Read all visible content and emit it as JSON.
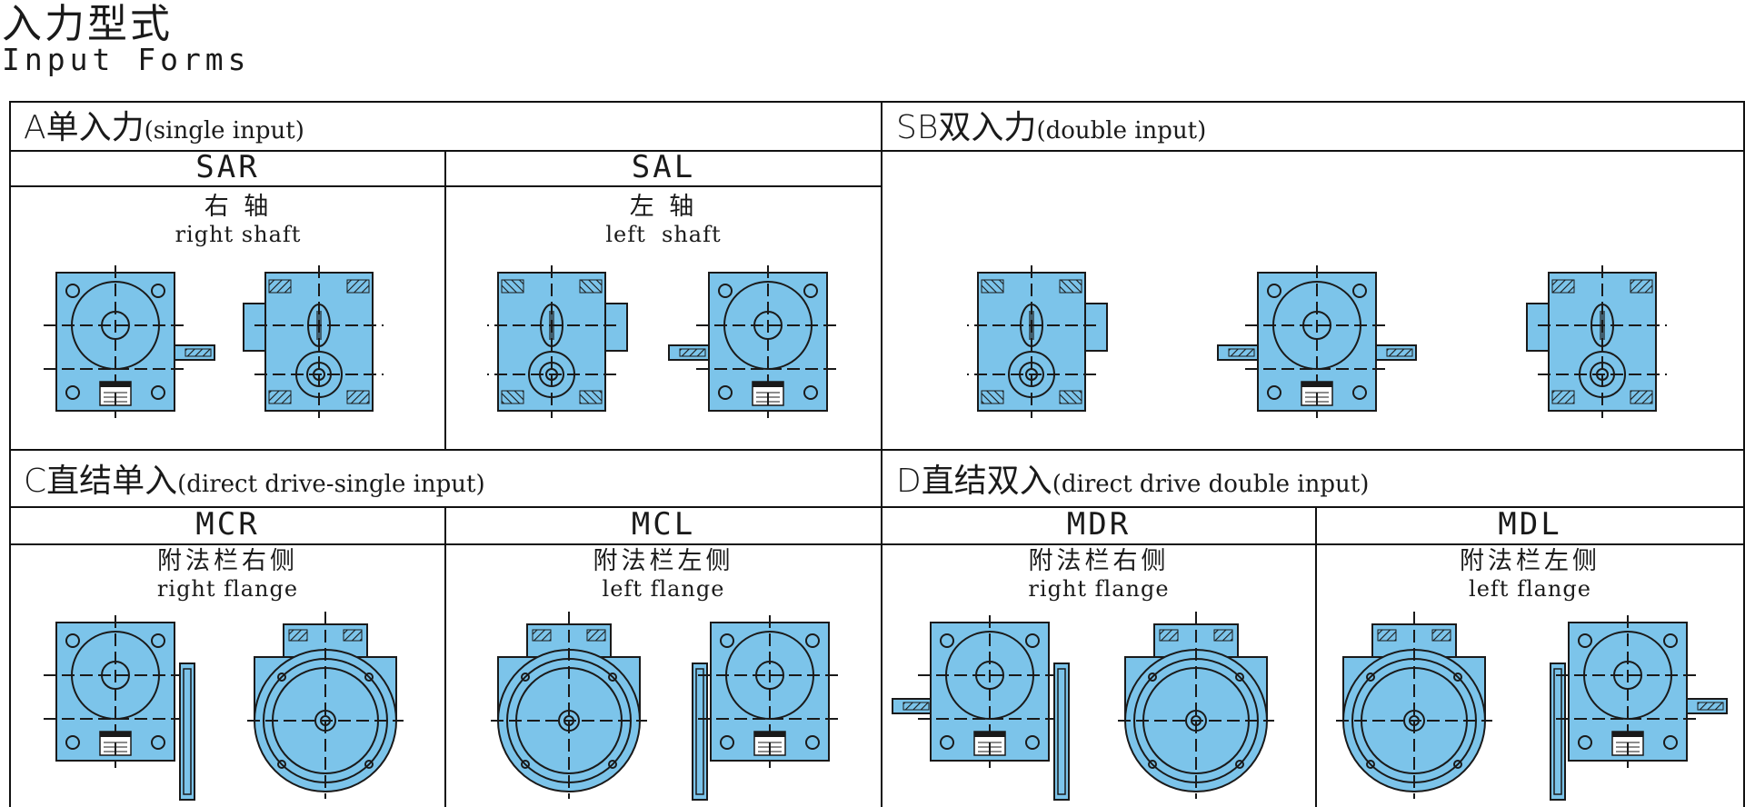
{
  "page": {
    "title_cn": "入力型式",
    "title_en": "Input Forms"
  },
  "colors": {
    "fill": "#7cc4ea",
    "stroke": "#1a1a1a",
    "border": "#111111"
  },
  "sections": {
    "a": {
      "prefix": "A单入力",
      "paren": "(single input)"
    },
    "sb": {
      "prefix": "SB双入力",
      "paren": "(double input)"
    },
    "c": {
      "prefix": "C直结单入",
      "paren": "(direct drive-single input)"
    },
    "d": {
      "prefix": "D直结双入",
      "paren": "(direct drive double input)"
    }
  },
  "models": {
    "sar": {
      "code": "SAR",
      "cn": "右 轴",
      "en": "right shaft"
    },
    "sal": {
      "code": "SAL",
      "cn": "左 轴",
      "en": "left  shaft"
    },
    "mcr": {
      "code": "MCR",
      "cn": "附法栏右侧",
      "en": "right flange"
    },
    "mcl": {
      "code": "MCL",
      "cn": "附法栏左侧",
      "en": "left flange"
    },
    "mdr": {
      "code": "MDR",
      "cn": "附法栏右侧",
      "en": "right flange"
    },
    "mdl": {
      "code": "MDL",
      "cn": "附法栏左侧",
      "en": "left flange"
    }
  },
  "icons": [
    "gearbox-front-view",
    "gearbox-side-view",
    "motor-flange-view",
    "flange-plate",
    "input-shaft"
  ]
}
